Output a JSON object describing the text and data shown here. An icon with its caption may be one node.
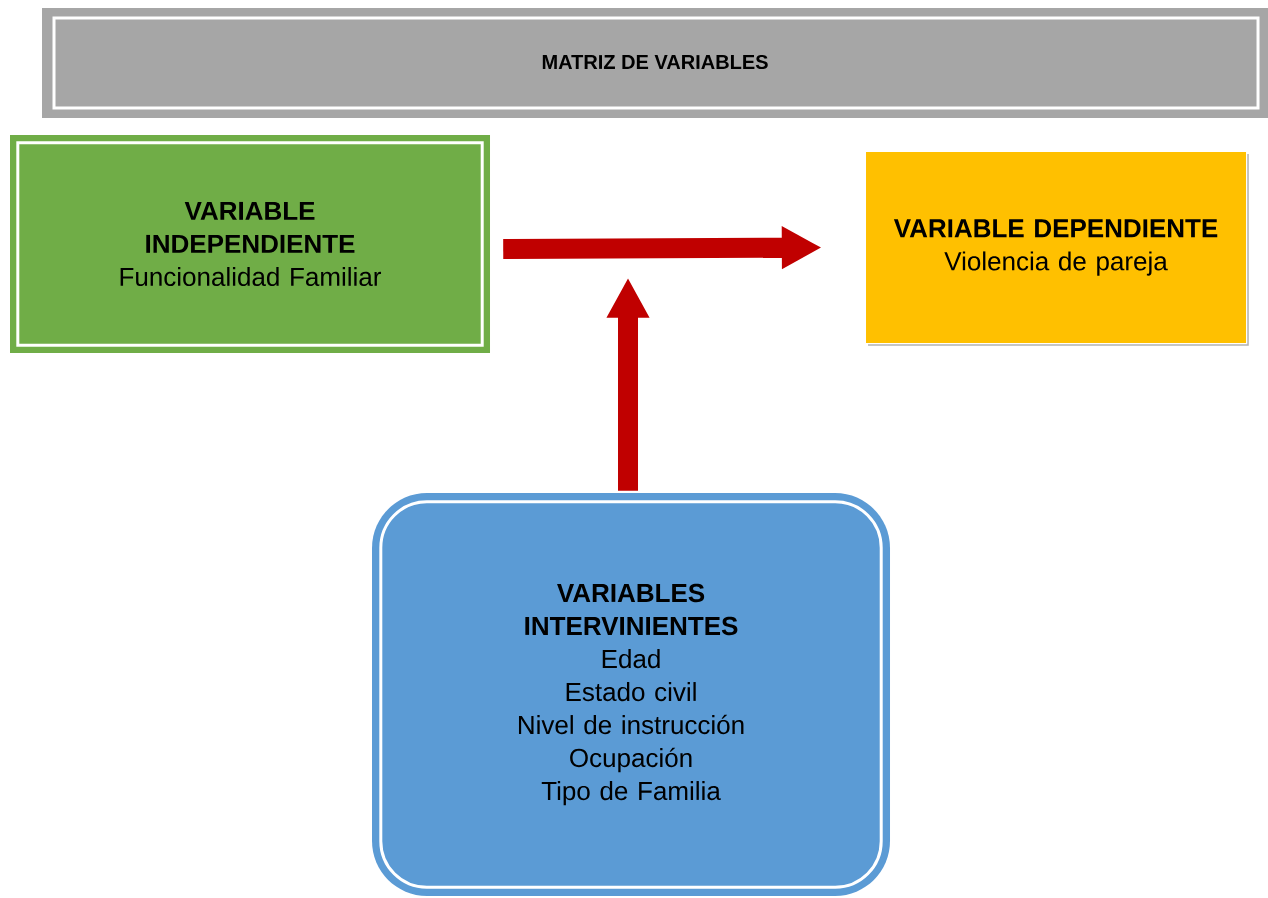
{
  "diagram": {
    "title": "MATRIZ DE VARIABLES",
    "nodes": [
      {
        "text": [
          "VARIABLE INDEPENDIENTE",
          "Funcionalidad Familiar"
        ]
      },
      {
        "text": [
          "VARIABLE DEPENDIENTE",
          "Violencia de pareja"
        ]
      },
      {
        "text": [
          "VARIABLES INTERVINIENTES",
          "Edad",
          "Estado civil",
          "Nivel de instrucción",
          "Ocupación",
          "Tipo de Familia"
        ]
      }
    ],
    "edges": [
      {
        "from": 0,
        "to": 1,
        "arrow": "to"
      },
      {
        "from": 2,
        "to": null,
        "arrow": "to"
      }
    ]
  }
}
